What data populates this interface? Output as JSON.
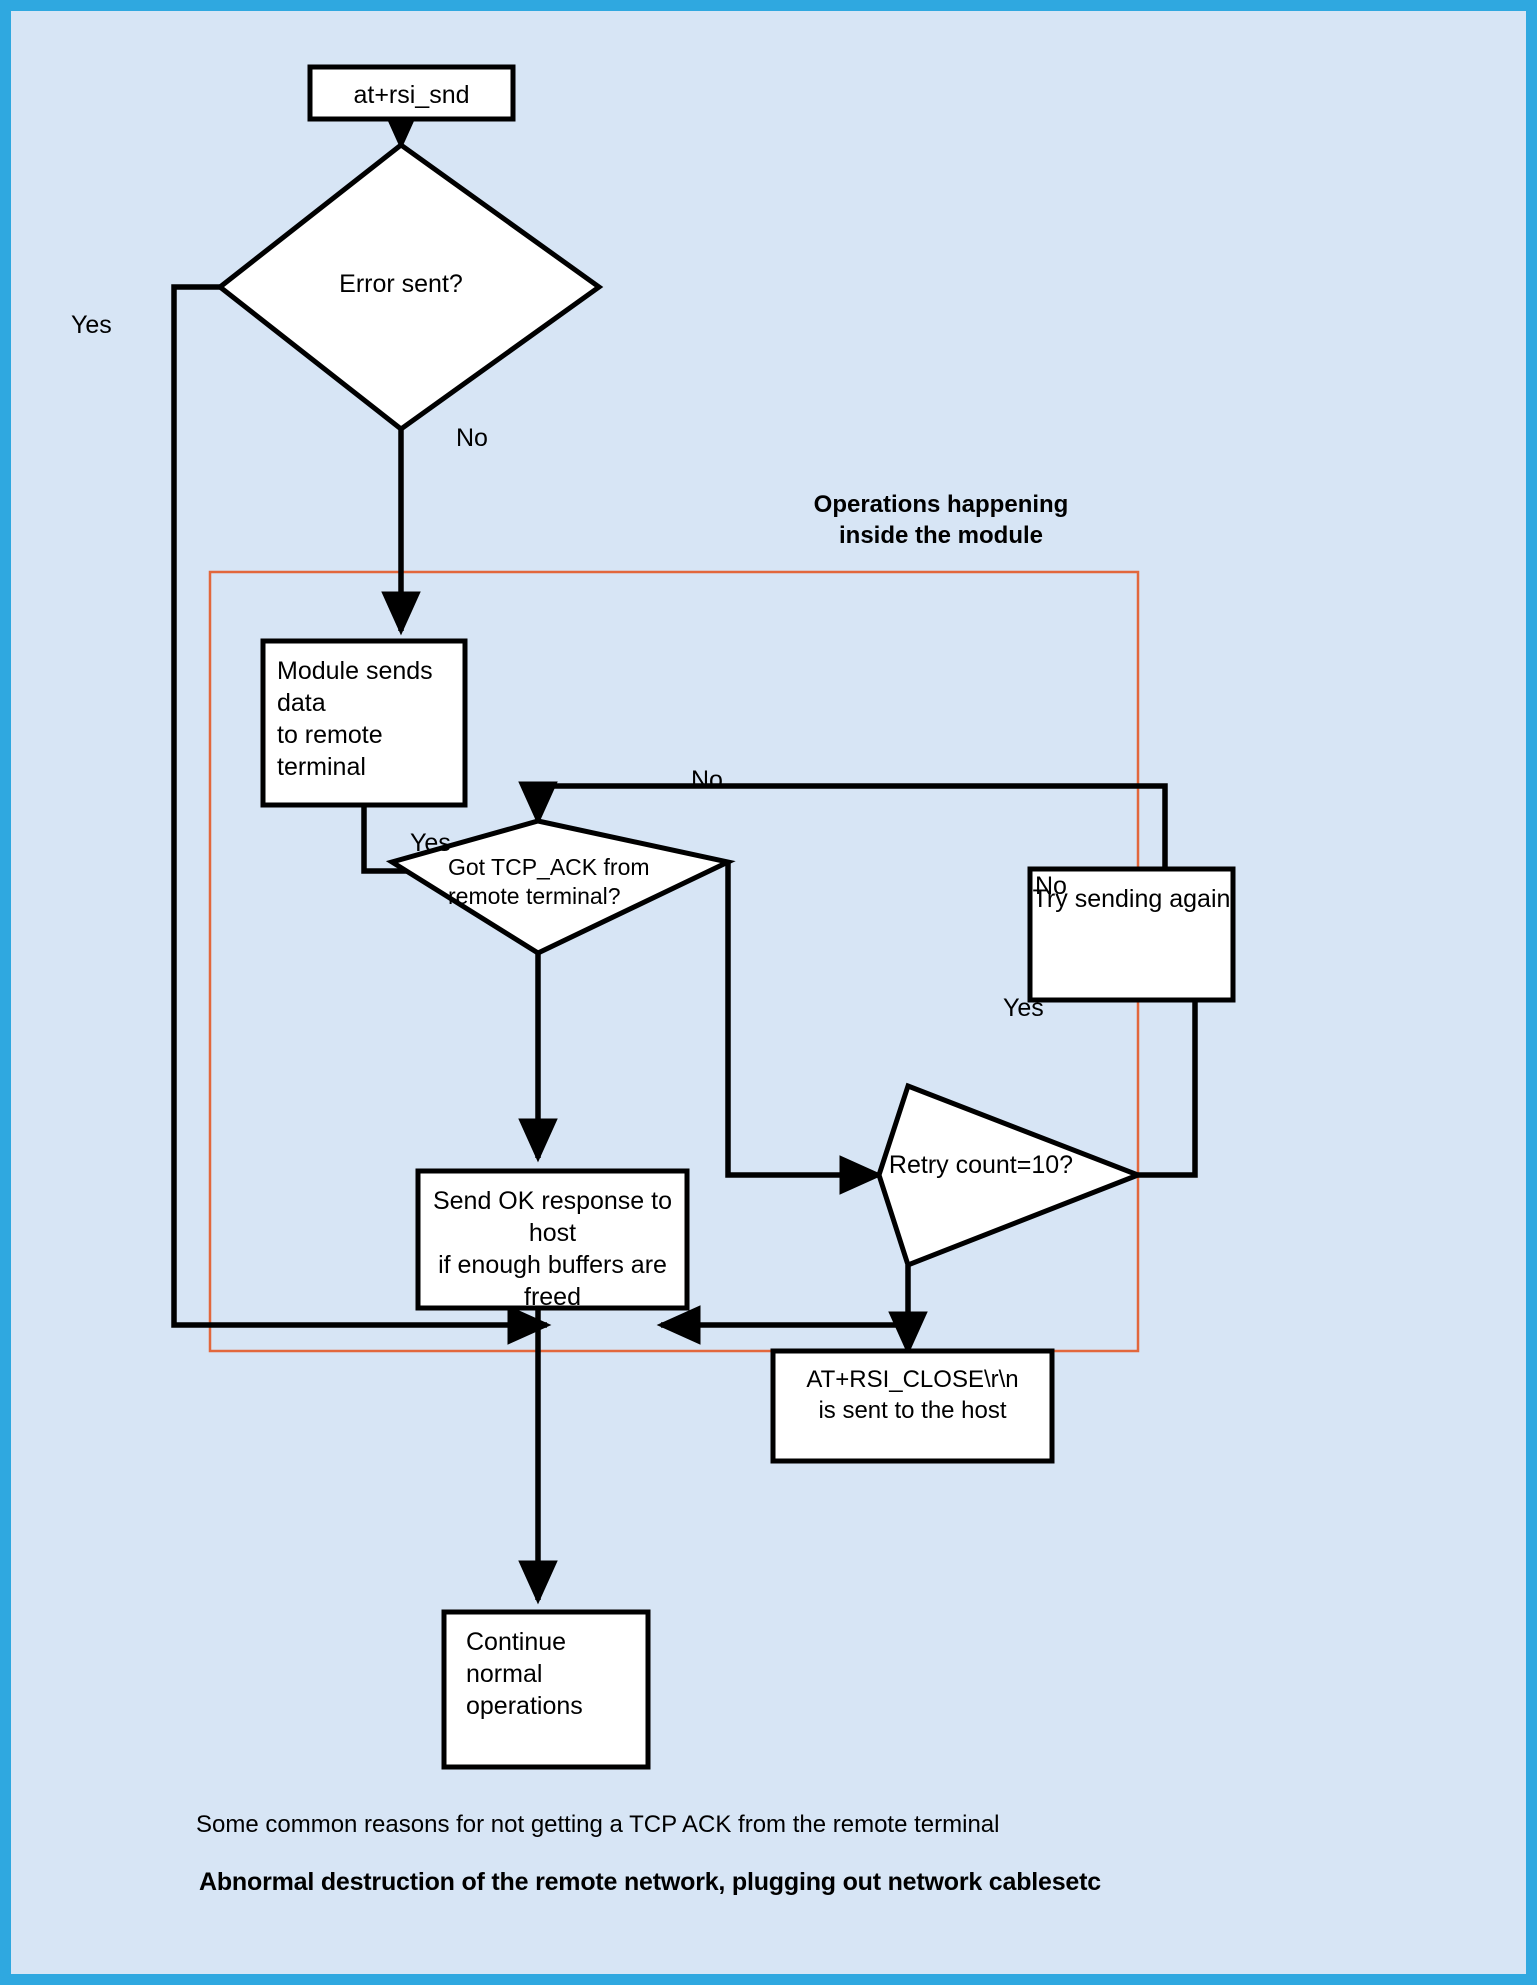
{
  "meta": {
    "title": "Module data send flow with TCP ACK retry",
    "colors": {
      "border": "#2fa8e0",
      "canvas": "#d7e5f5",
      "node_fill": "#ffffff",
      "node_stroke": "#000000",
      "group_stroke": "#e2673c"
    }
  },
  "nodes": {
    "start": {
      "label": "at+rsi_snd",
      "shape": "process"
    },
    "error_sent": {
      "label": "Error sent?",
      "shape": "decision"
    },
    "module_sends": {
      "label": "Module sends data\nto remote terminal",
      "shape": "process"
    },
    "got_ack": {
      "label": "Got TCP_ACK from\nremote terminal?",
      "shape": "decision"
    },
    "try_again": {
      "label": "Try sending again",
      "shape": "process"
    },
    "retry_count": {
      "label": "Retry count=10?",
      "shape": "decision"
    },
    "send_ok": {
      "label": "Send OK response to host\nif enough buffers are freed",
      "shape": "process"
    },
    "rsi_close": {
      "label": "AT+RSI_CLOSE\\r\\n\nis sent to the host",
      "shape": "process"
    },
    "continue": {
      "label": "Continue\nnormal\noperations",
      "shape": "process"
    }
  },
  "edge_labels": {
    "error_yes": "Yes",
    "error_no": "No",
    "ack_yes": "Yes",
    "ack_no": "No",
    "retry_no": "No",
    "retry_yes": "Yes"
  },
  "group": {
    "label": "Operations happening\ninside the module"
  },
  "captions": {
    "line1": "Some common reasons for not getting a TCP ACK from the remote terminal",
    "line2": "Abnormal destruction of the remote network, plugging out network cablesetc"
  }
}
